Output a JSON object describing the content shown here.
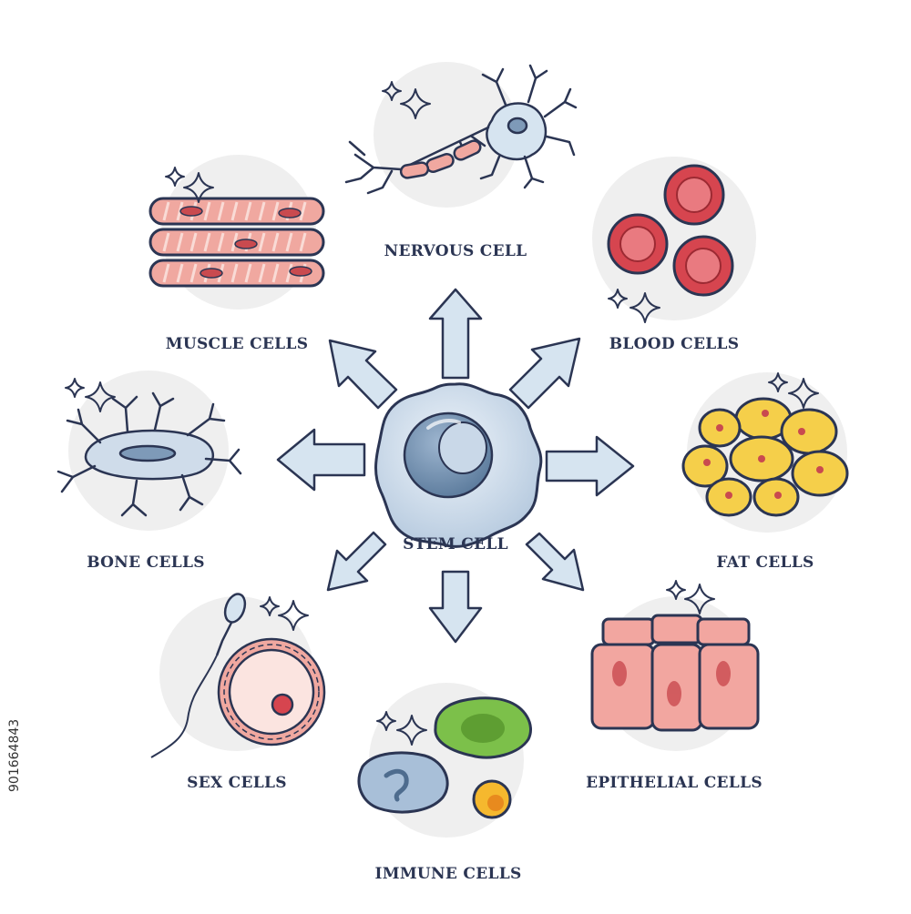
{
  "center": {
    "label": "STEM CELL"
  },
  "cell_types": [
    {
      "id": "nervous",
      "label": "NERVOUS CELL"
    },
    {
      "id": "muscle",
      "label": "MUSCLE CELLS"
    },
    {
      "id": "blood",
      "label": "BLOOD CELLS"
    },
    {
      "id": "bone",
      "label": "BONE CELLS"
    },
    {
      "id": "fat",
      "label": "FAT CELLS"
    },
    {
      "id": "sex",
      "label": "SEX CELLS"
    },
    {
      "id": "epithelial",
      "label": "EPITHELIAL CELLS"
    },
    {
      "id": "immune",
      "label": "IMMUNE CELLS"
    }
  ],
  "stock_id": "901664843",
  "colors": {
    "outline": "#2b3553",
    "arrow_fill": "#d6e4f0",
    "circle_bg": "#efefef",
    "stem_fill": "#cfdcea",
    "muscle": "#f0a8a0",
    "blood": "#d6454f",
    "fat": "#f5cf4a",
    "epithelial": "#f2a6a0",
    "immune_green": "#7cc04a",
    "immune_blue": "#a8bfd8"
  }
}
